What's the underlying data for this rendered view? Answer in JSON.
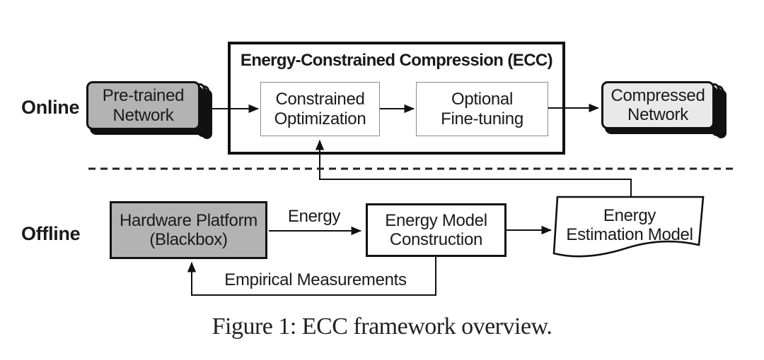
{
  "diagram": {
    "sections": {
      "online_label": "Online",
      "offline_label": "Offline"
    },
    "ecc_box": {
      "title": "Energy-Constrained Compression (ECC)"
    },
    "nodes": {
      "pretrained": {
        "line1": "Pre-trained",
        "line2": "Network"
      },
      "constrained_opt": {
        "line1": "Constrained",
        "line2": "Optimization"
      },
      "fine_tuning": {
        "line1": "Optional",
        "line2": "Fine-tuning"
      },
      "compressed": {
        "line1": "Compressed",
        "line2": "Network"
      },
      "hardware": {
        "line1": "Hardware Platform",
        "line2": "(Blackbox)"
      },
      "energy_model": {
        "line1": "Energy Model",
        "line2": "Construction"
      },
      "estimation_model": {
        "line1": "Energy",
        "line2": "Estimation Model"
      }
    },
    "edge_labels": {
      "energy": "Energy",
      "empirical": "Empirical Measurements"
    },
    "colors": {
      "dark_node_fill": "#b3b3b3",
      "light_node_fill": "#e9e9e9",
      "line": "#111111"
    }
  },
  "caption": "Figure 1: ECC framework overview."
}
